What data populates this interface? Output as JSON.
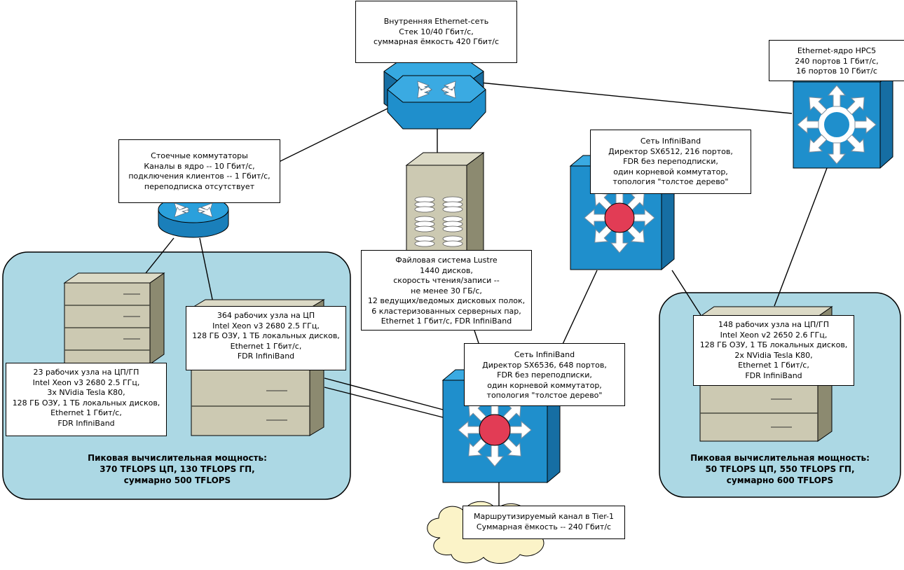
{
  "colors": {
    "cluster_bg": "#acd8e4",
    "device_blue": "#1f8fcc",
    "device_blue_dark": "#166ea3",
    "hub_red": "#e23c55",
    "server_beige": "#ccc9b2",
    "cloud_fill": "#fbf3c8"
  },
  "labels": {
    "ethernet_internal": [
      "Внутренняя Ethernet-сеть",
      "Стек 10/40 Гбит/с,",
      "суммарная ёмкость 420 Гбит/с"
    ],
    "hpc5_core": [
      "Ethernet-ядро HPC5",
      "240 портов 1 Гбит/с,",
      "16 портов 10 Гбит/с"
    ],
    "rack_switches": [
      "Стоечные коммутаторы",
      "Каналы в ядро -- 10 Гбит/с,",
      "подключения клиентов -- 1 Гбит/с,",
      "переподписка отсутствует"
    ],
    "infiniband_right": [
      "Сеть InfiniBand",
      "Директор SX6512, 216 портов,",
      "FDR без переподписки,",
      "один корневой коммутатор,",
      "топология \"толстое дерево\""
    ],
    "lustre": [
      "Файловая система Lustre",
      "1440 дисков,",
      "скорость чтения/записи --",
      "не менее 30 ГБ/с,",
      "12 ведущих/ведомых дисковых полок,",
      "6 кластеризованных серверных пар,",
      "Ethernet 1 Гбит/с, FDR InfiniBand"
    ],
    "cpu_nodes": [
      "364 рабочих узла на ЦП",
      "Intel Xeon v3 2680 2.5 ГГц,",
      "128 ГБ ОЗУ, 1 ТБ локальных дисков,",
      "Ethernet 1 Гбит/с,",
      "FDR InfiniBand"
    ],
    "gpu_nodes_left": [
      "23 рабочих узла на ЦП/ГП",
      "Intel Xeon v3 2680 2.5 ГГц,",
      "3x NVidia Tesla K80,",
      "128 ГБ ОЗУ, 1 ТБ локальных дисков,",
      "Ethernet 1 Гбит/с,",
      "FDR InfiniBand"
    ],
    "infiniband_center": [
      "Сеть InfiniBand",
      "Директор SX6536, 648 портов,",
      "FDR без переподписки,",
      "один корневой коммутатор,",
      "топология \"толстое дерево\""
    ],
    "gpu_nodes_right": [
      "148 рабочих узла на ЦП/ГП",
      "Intel Xeon v2 2650 2.6 ГГц,",
      "128 ГБ ОЗУ, 1 ТБ локальных дисков,",
      "2x NVidia Tesla K80,",
      "Ethernet 1 Гбит/с,",
      "FDR InfiniBand"
    ],
    "tier1_link": [
      "Маршрутизируемый канал в Tier-1",
      "Суммарная ёмкость -- 240 Гбит/с"
    ]
  },
  "peaks": {
    "left": [
      "Пиковая вычислительная мощность:",
      "370 TFLOPS ЦП, 130 TFLOPS ГП,",
      "суммарно 500 TFLOPS"
    ],
    "right": [
      "Пиковая вычислительная мощность:",
      "50 TFLOPS ЦП, 550 TFLOPS ГП,",
      "суммарно 600 TFLOPS"
    ]
  },
  "icons": [
    "router-icon",
    "layer3-switch-icon",
    "storage-tower-icon",
    "server-stack-icon",
    "infiniband-director-icon",
    "cloud-icon"
  ]
}
